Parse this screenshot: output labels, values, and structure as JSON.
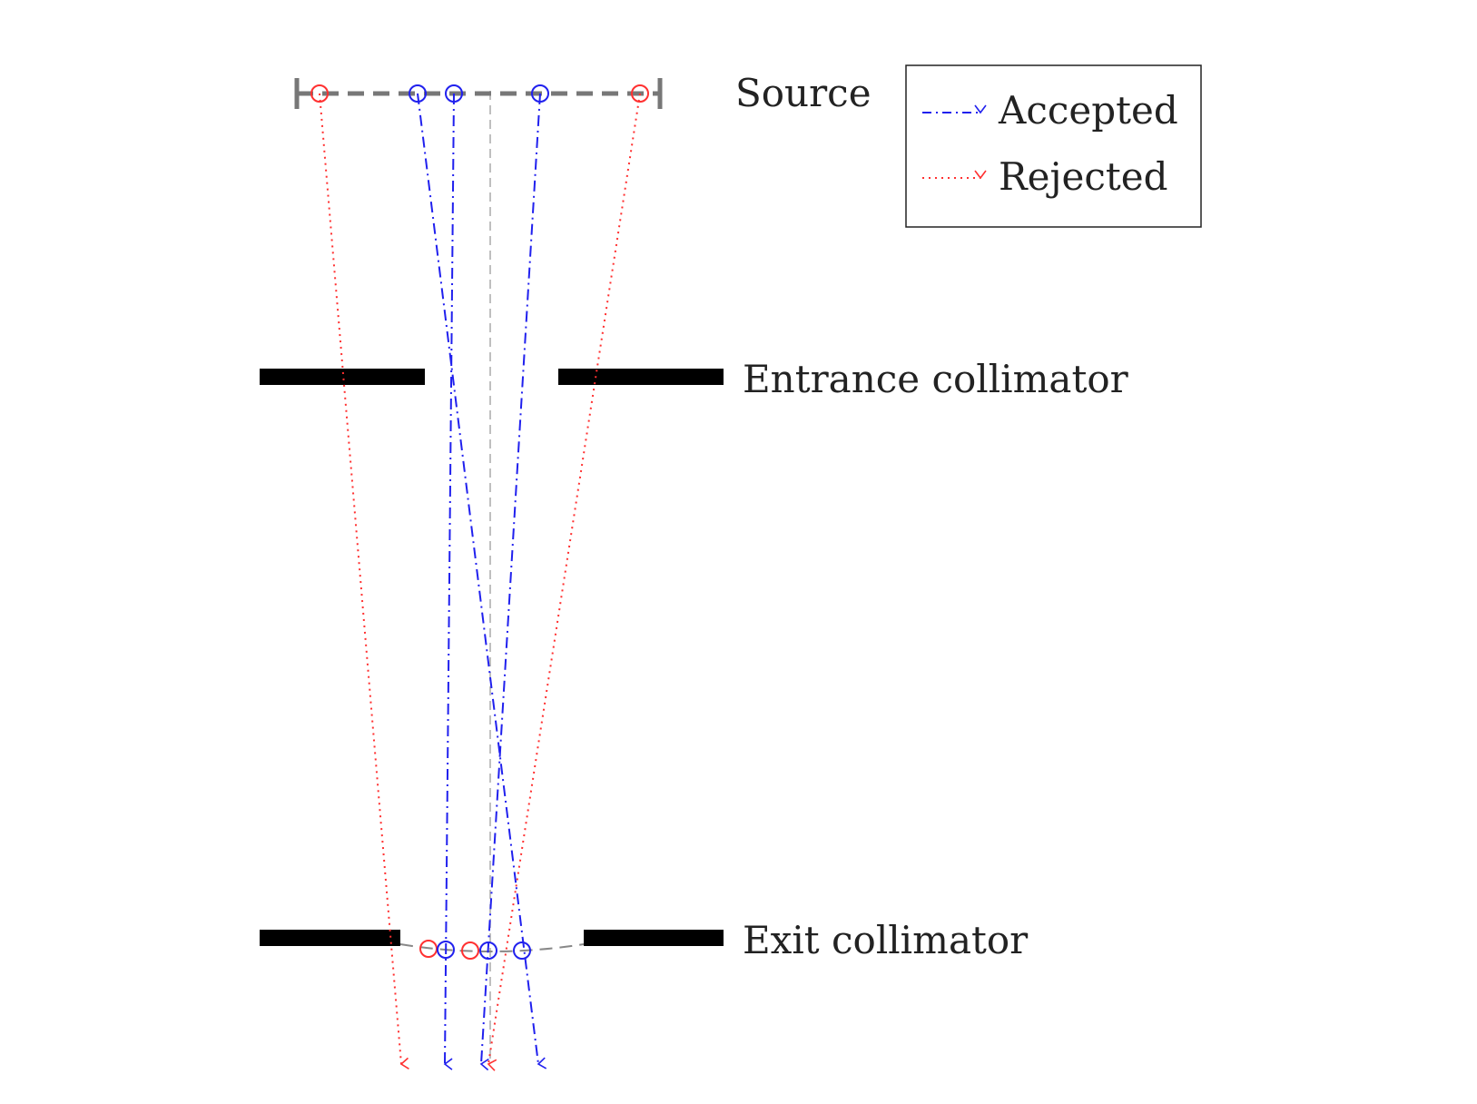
{
  "labels": {
    "source": "Source",
    "entrance": "Entrance collimator",
    "exit": "Exit collimator"
  },
  "legend": {
    "accepted": "Accepted",
    "rejected": "Rejected"
  },
  "colors": {
    "accepted": "#2020ee",
    "rejected": "#ff3030",
    "source_line": "#777777",
    "axis": "#aaaaaa",
    "collimator": "#000000"
  },
  "rays": [
    {
      "status": "rejected",
      "source_point": 1,
      "exit_point": 3
    },
    {
      "status": "accepted",
      "source_point": 2,
      "exit_point": 5
    },
    {
      "status": "accepted",
      "source_point": 3,
      "exit_point": 2
    },
    {
      "status": "accepted",
      "source_point": 4,
      "exit_point": 4
    },
    {
      "status": "rejected",
      "source_point": 5,
      "exit_point": 1
    }
  ]
}
